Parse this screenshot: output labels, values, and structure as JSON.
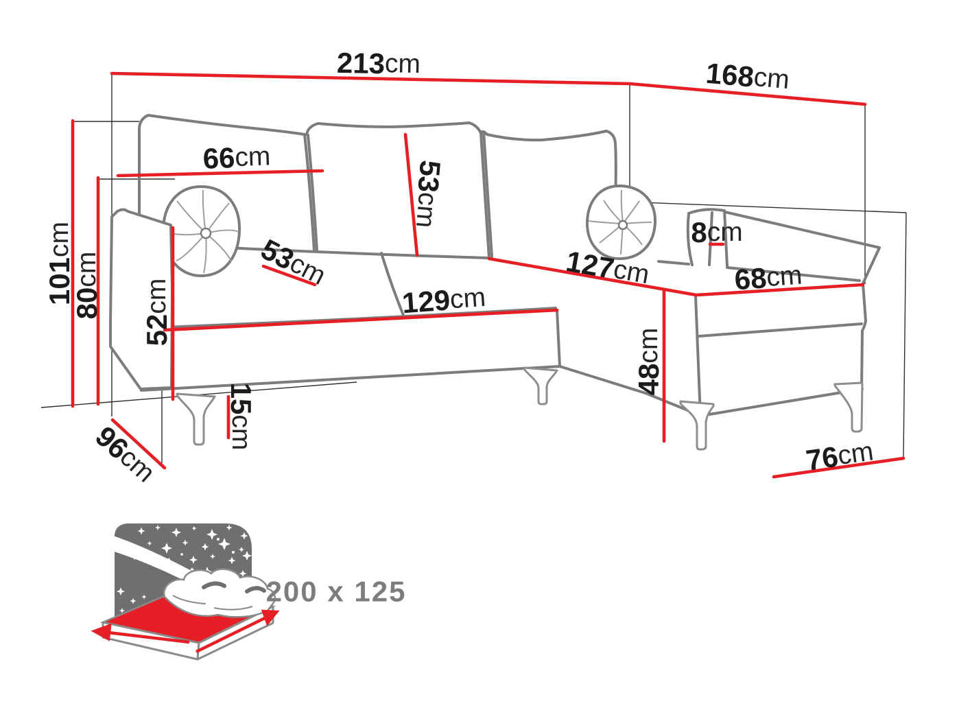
{
  "dims": {
    "total_width": {
      "value": "213",
      "unit": "cm"
    },
    "total_depth": {
      "value": "168",
      "unit": "cm"
    },
    "height_total": {
      "value": "101",
      "unit": "cm"
    },
    "height_backrest": {
      "value": "80",
      "unit": "cm"
    },
    "back_cushion_width": {
      "value": "66",
      "unit": "cm"
    },
    "back_cushion_height": {
      "value": "53",
      "unit": "cm"
    },
    "seat_depth": {
      "value": "53",
      "unit": "cm"
    },
    "armrest_width_right": {
      "value": "8",
      "unit": "cm"
    },
    "chaise_length": {
      "value": "127",
      "unit": "cm"
    },
    "chaise_width": {
      "value": "68",
      "unit": "cm"
    },
    "seat_width": {
      "value": "129",
      "unit": "cm"
    },
    "armrest_height": {
      "value": "52",
      "unit": "cm"
    },
    "seat_height": {
      "value": "48",
      "unit": "cm"
    },
    "leg_height": {
      "value": "15",
      "unit": "cm"
    },
    "sofa_depth": {
      "value": "96",
      "unit": "cm"
    },
    "chaise_end_depth": {
      "value": "76",
      "unit": "cm"
    }
  },
  "sleeping_area": {
    "label": "200 x 125"
  },
  "colors": {
    "dimension_line": "#e61e25",
    "sofa_outline": "#7c7c7c",
    "frame_line": "#2e2e2e",
    "label_text": "#1b1b1b",
    "muted_gray": "#7d7d7d",
    "sky_gray": "#6f6f6f"
  }
}
